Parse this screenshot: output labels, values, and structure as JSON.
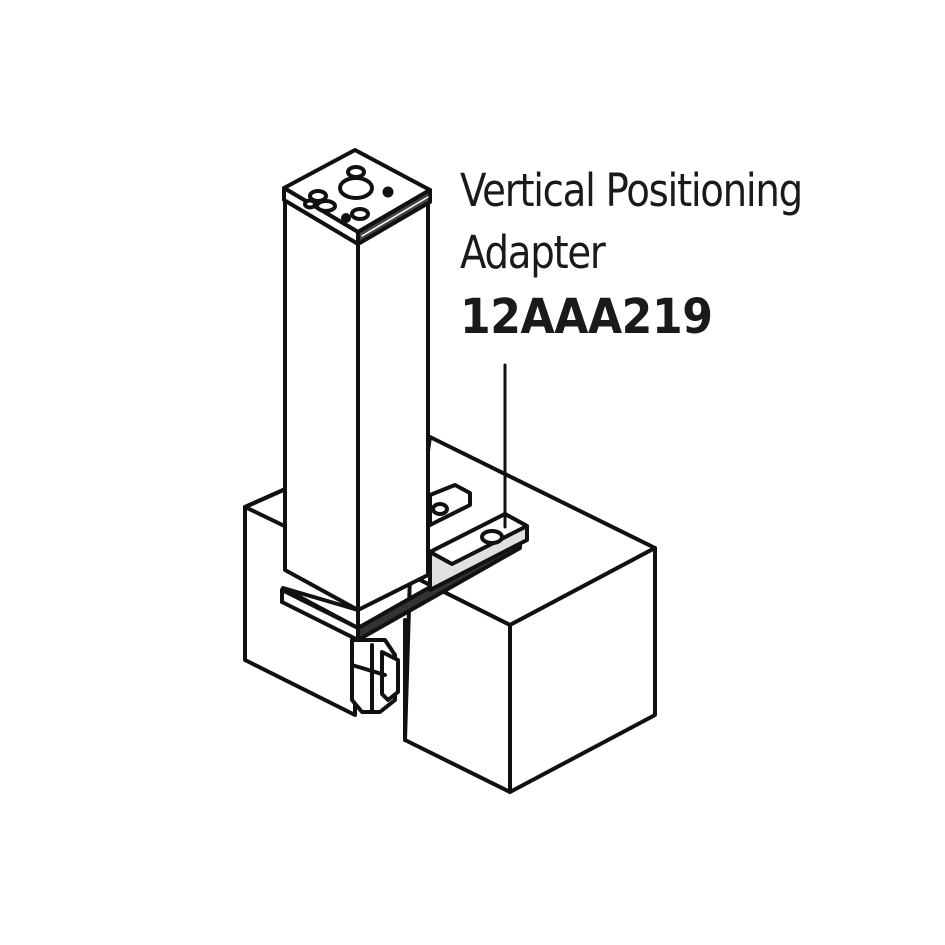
{
  "callout": {
    "name_line1": "Vertical Positioning",
    "name_line2": "Adapter",
    "part_number": "12AAA219"
  },
  "colors": {
    "line": "#111111",
    "fill": "#ffffff",
    "shade": "#d9d9d9"
  }
}
